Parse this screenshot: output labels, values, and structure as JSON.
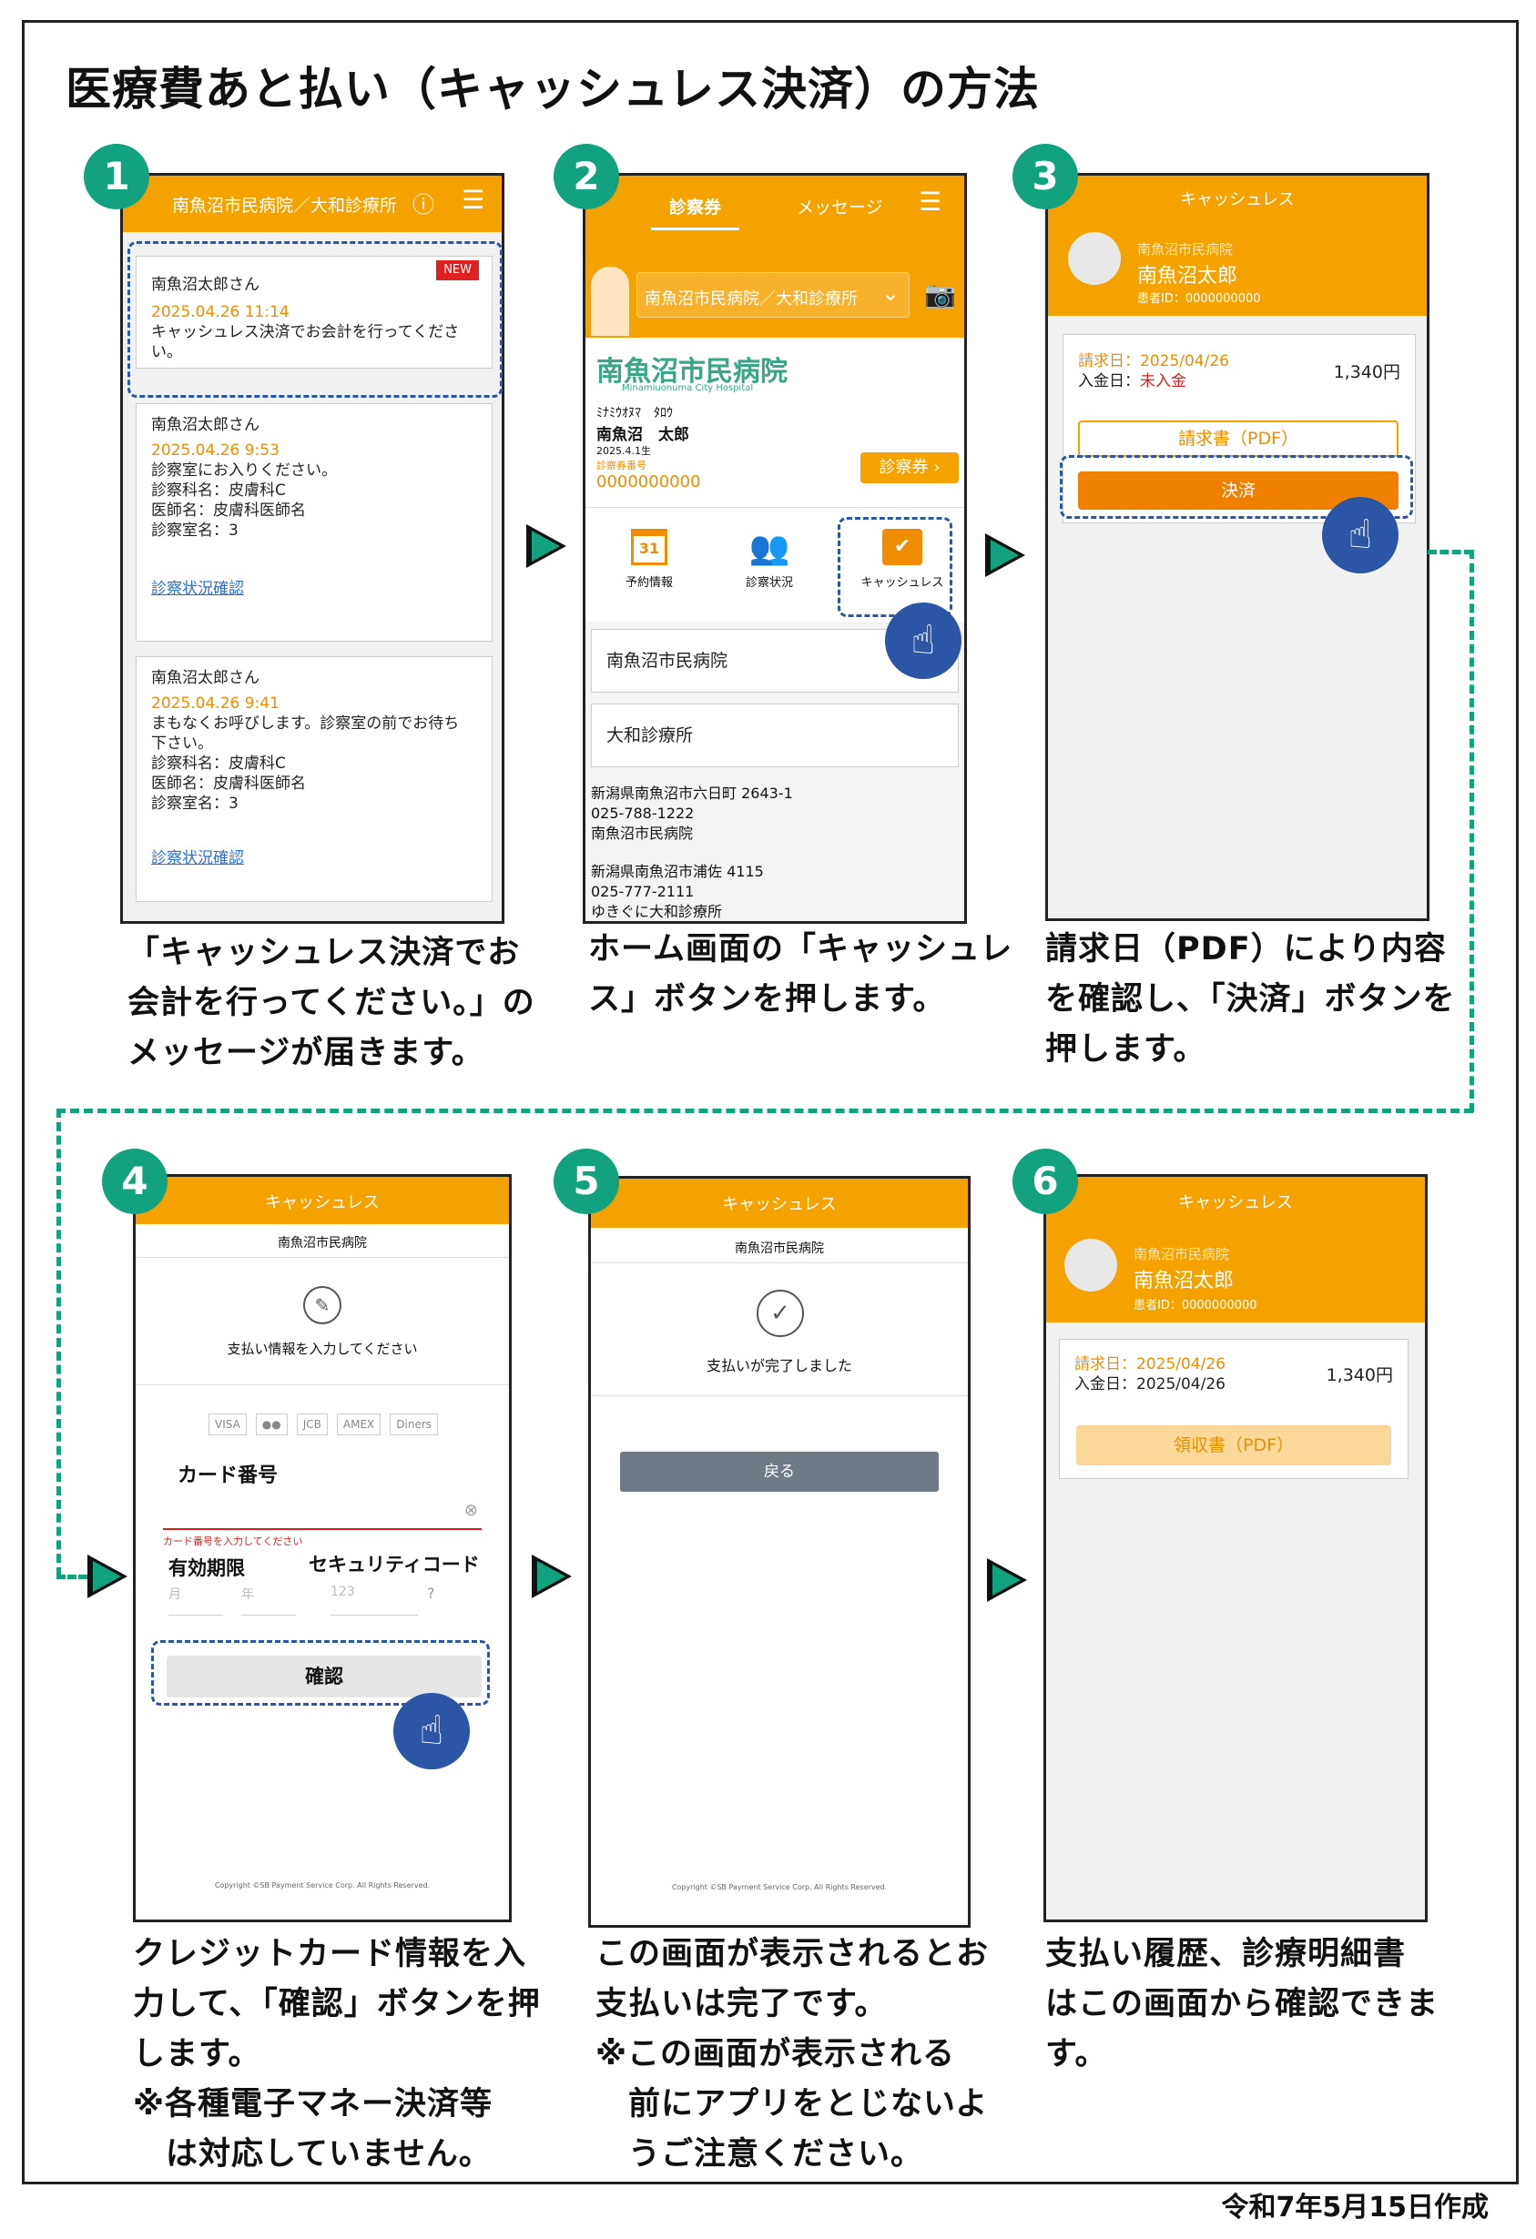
{
  "title": "医療費あと払い（キャッシュレス決済）の方法",
  "footer": "令和7年5月15日作成",
  "steps": [
    {
      "num": "1",
      "caption": [
        "「キャッシュレス決済でお",
        "会計を行ってください。」の",
        "メッセージが届きます。"
      ]
    },
    {
      "num": "2",
      "caption": [
        "ホーム画面の「キャッシュレ",
        "ス」ボタンを押します。"
      ]
    },
    {
      "num": "3",
      "caption": [
        "請求日（PDF）により内容",
        "を確認し、「決済」ボタンを",
        "押します。"
      ]
    },
    {
      "num": "4",
      "caption": [
        "クレジットカード情報を入",
        "力して、「確認」ボタンを押",
        "します。",
        "※各種電子マネー決済等",
        "　は対応していません。"
      ]
    },
    {
      "num": "5",
      "caption": [
        "この画面が表示されるとお",
        "支払いは完了です。",
        "※この画面が表示される",
        "　前にアプリをとじないよ",
        "　うご注意ください。"
      ]
    },
    {
      "num": "6",
      "caption": [
        "支払い履歴、診療明細書",
        "はこの画面から確認できま",
        "す。"
      ]
    }
  ],
  "s1": {
    "header": "南魚沼市民病院／大和診療所",
    "msg1": {
      "badge": "NEW",
      "name": "南魚沼太郎さん",
      "time": "2025.04.26 11:14",
      "body": "キャッシュレス決済でお会計を行ってくださ",
      "body2": "い。"
    },
    "msg2": {
      "name": "南魚沼太郎さん",
      "time": "2025.04.26 9:53",
      "l1": "診察室にお入りください。",
      "l2": "診察科名：皮膚科C",
      "l3": "医師名：皮膚科医師名",
      "l4": "診察室名：3",
      "link": "診察状況確認"
    },
    "msg3": {
      "name": "南魚沼太郎さん",
      "time": "2025.04.26 9:41",
      "l1": "まもなくお呼びします。診察室の前でお待ち",
      "l1b": "下さい。",
      "l2": "診察科名：皮膚科C",
      "l3": "医師名：皮膚科医師名",
      "l4": "診察室名：3",
      "link": "診察状況確認"
    }
  },
  "s2": {
    "tab1": "診察券",
    "tab2": "メッセージ",
    "hospital_select": "南魚沼市民病院／大和診療所",
    "hospital_name": "南魚沼市民病院",
    "hospital_en": "Minamiuonuma City Hospital",
    "kana": "ﾐﾅﾐｳｵﾇﾏ　ﾀﾛｳ",
    "patient": "南魚沼　太郎",
    "dob": "2025.4.1生",
    "cardno_label": "診察券番号",
    "cardno": "0000000000",
    "card_btn": "診察券",
    "icons": [
      {
        "glyph": "31",
        "label": "予約情報"
      },
      {
        "glyph": "👥",
        "label": "診察状況"
      },
      {
        "glyph": "✔",
        "label": "キャッシュレス"
      }
    ],
    "item1": "南魚沼市民病院",
    "item2": "大和診療所",
    "addr1": [
      "新潟県南魚沼市六日町 2643-1",
      "025-788-1222",
      "南魚沼市民病院"
    ],
    "addr2": [
      "新潟県南魚沼市浦佐 4115",
      "025-777-2111",
      "ゆきぐに大和診療所"
    ]
  },
  "s3": {
    "header": "キャッシュレス",
    "hospital": "南魚沼市民病院",
    "name": "南魚沼太郎",
    "pid": "患者ID：0000000000",
    "bill_date": "請求日：2025/04/26",
    "paid_label": "入金日：",
    "paid_value": "未入金",
    "amount": "1,340円",
    "pdf_btn": "請求書（PDF）",
    "pay_btn": "決済"
  },
  "s4": {
    "header": "キャッシュレス",
    "hospital": "南魚沼市民病院",
    "prompt": "支払い情報を入力してください",
    "brands": [
      "VISA",
      "●●",
      "JCB",
      "AMEX",
      "Diners"
    ],
    "card_label": "カード番号",
    "card_error": "カード番号を入力してください",
    "exp_label": "有効期限",
    "cvc_label": "セキュリティコード",
    "month": "月",
    "year": "年",
    "cvc_ph": "123",
    "confirm": "確認",
    "copyright": "Copyright ©SB Payment Service Corp. All Rights Reserved."
  },
  "s5": {
    "header": "キャッシュレス",
    "hospital": "南魚沼市民病院",
    "done": "支払いが完了しました",
    "back": "戻る",
    "copyright": "Copyright ©SB Payment Service Corp. All Rights Reserved."
  },
  "s6": {
    "header": "キャッシュレス",
    "hospital": "南魚沼市民病院",
    "name": "南魚沼太郎",
    "pid": "患者ID：0000000000",
    "bill_date": "請求日：2025/04/26",
    "paid": "入金日：2025/04/26",
    "amount": "1,340円",
    "receipt_btn": "領収書（PDF）"
  },
  "colors": {
    "accent": "#f3a200",
    "teal": "#12a27f",
    "blue": "#2a56a5",
    "orange_btn": "#f08000"
  }
}
